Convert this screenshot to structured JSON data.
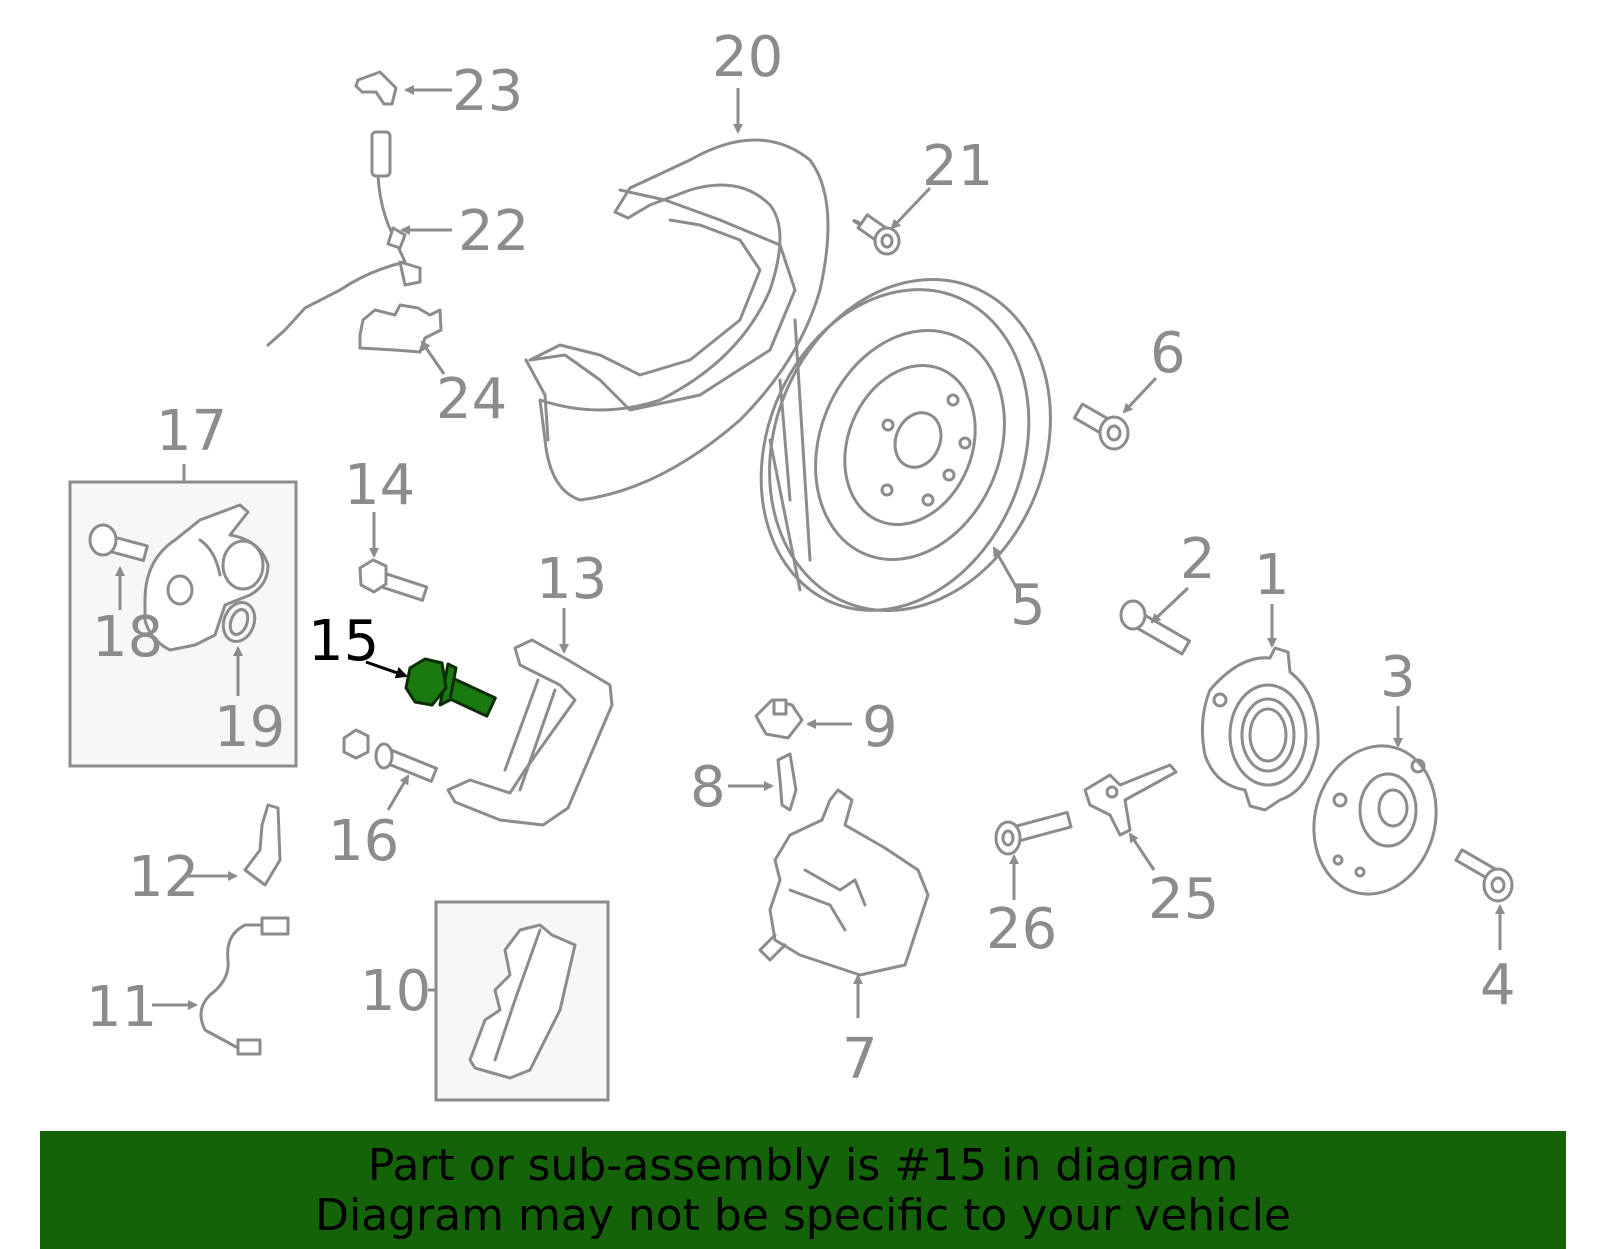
{
  "callouts": {
    "c1": "1",
    "c2": "2",
    "c3": "3",
    "c4": "4",
    "c5": "5",
    "c6": "6",
    "c7": "7",
    "c8": "8",
    "c9": "9",
    "c10": "10",
    "c11": "11",
    "c12": "12",
    "c13": "13",
    "c14": "14",
    "c15": "15",
    "c16": "16",
    "c17": "17",
    "c18": "18",
    "c19": "19",
    "c20": "20",
    "c21": "21",
    "c22": "22",
    "c23": "23",
    "c24": "24",
    "c25": "25",
    "c26": "26"
  },
  "highlighted_part": "15",
  "colors": {
    "highlight": "#1a7a0f",
    "banner": "#146309",
    "parts": "#8c8c8c"
  },
  "banner": {
    "line1": "Part or sub-assembly is #15 in diagram",
    "line2": "Diagram may not be specific to your vehicle"
  }
}
